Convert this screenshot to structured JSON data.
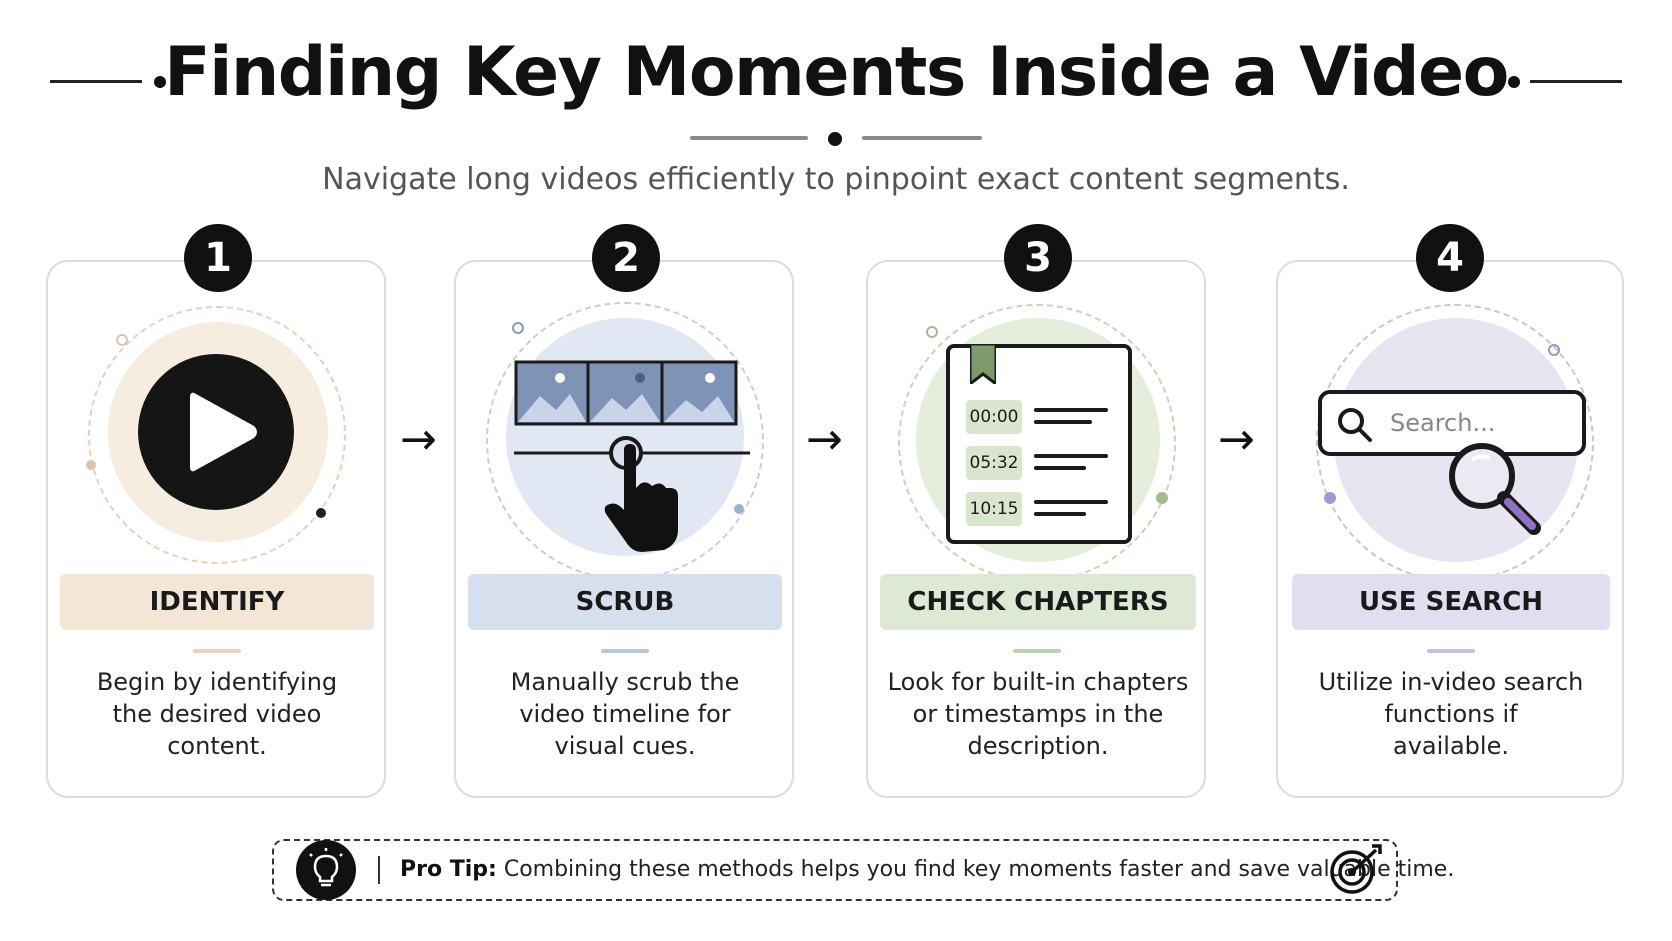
{
  "title": "Finding Key Moments Inside a Video",
  "subtitle": "Navigate long videos efficiently to pinpoint exact content segments.",
  "steps": [
    {
      "number": "1",
      "label": "IDENTIFY",
      "desc": [
        "Begin by identifying",
        "the desired video",
        "content."
      ],
      "color": "#f3e6d6",
      "accent": "#e8d4bb"
    },
    {
      "number": "2",
      "label": "SCRUB",
      "desc": [
        "Manually scrub the",
        "video timeline for",
        "visual cues."
      ],
      "color": "#d6dfee",
      "accent": "#b9c6de"
    },
    {
      "number": "3",
      "label": "CHECK CHAPTERS",
      "desc": [
        "Look for built-in chapters",
        "or timestamps in the",
        "description."
      ],
      "color": "#dde8d5",
      "accent": "#bed3b0"
    },
    {
      "number": "4",
      "label": "USE SEARCH",
      "desc": [
        "Utilize in-video search",
        "functions if",
        "available."
      ],
      "color": "#e2ddef",
      "accent": "#c7bee0"
    }
  ],
  "chapters": {
    "times": [
      "00:00",
      "05:32",
      "10:15"
    ]
  },
  "search": {
    "placeholder": "Search..."
  },
  "tip": {
    "label": "Pro Tip:",
    "text": "Combining these methods helps you find key moments faster and save valuable time."
  },
  "icons": [
    "play-icon",
    "filmstrip-icon",
    "pointer-hand-icon",
    "bookmark-icon",
    "search-icon",
    "magnifier-icon",
    "lightbulb-icon",
    "target-icon",
    "arrow-right-icon"
  ]
}
